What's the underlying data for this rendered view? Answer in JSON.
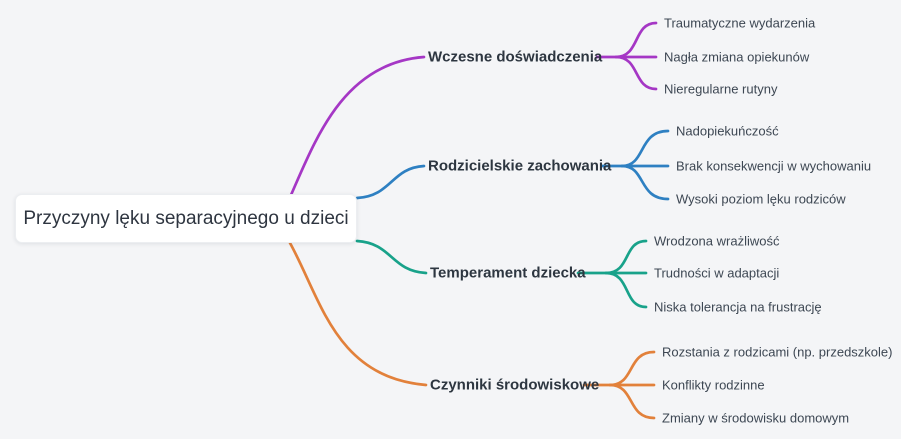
{
  "background": "#f4f5f7",
  "root": {
    "label": "Przyczyny lęku separacyjnego u dzieci"
  },
  "branches": [
    {
      "label": "Wczesne doświadczenia",
      "color": "#a537c5",
      "children": [
        {
          "label": "Traumatyczne wydarzenia"
        },
        {
          "label": "Nagła zmiana opiekunów"
        },
        {
          "label": "Nieregularne rutyny"
        }
      ]
    },
    {
      "label": "Rodzicielskie zachowania",
      "color": "#2e80c2",
      "children": [
        {
          "label": "Nadopiekuńczość"
        },
        {
          "label": "Brak konsekwencji w wychowaniu"
        },
        {
          "label": "Wysoki poziom lęku rodziców"
        }
      ]
    },
    {
      "label": "Temperament dziecka",
      "color": "#18a28a",
      "children": [
        {
          "label": "Wrodzona wrażliwość"
        },
        {
          "label": "Trudności w adaptacji"
        },
        {
          "label": "Niska tolerancja na frustrację"
        }
      ]
    },
    {
      "label": "Czynniki środowiskowe",
      "color": "#e2813b",
      "children": [
        {
          "label": "Rozstania z rodzicami (np. przedszkole)"
        },
        {
          "label": "Konflikty rodzinne"
        },
        {
          "label": "Zmiany w środowisku domowym"
        }
      ]
    }
  ]
}
